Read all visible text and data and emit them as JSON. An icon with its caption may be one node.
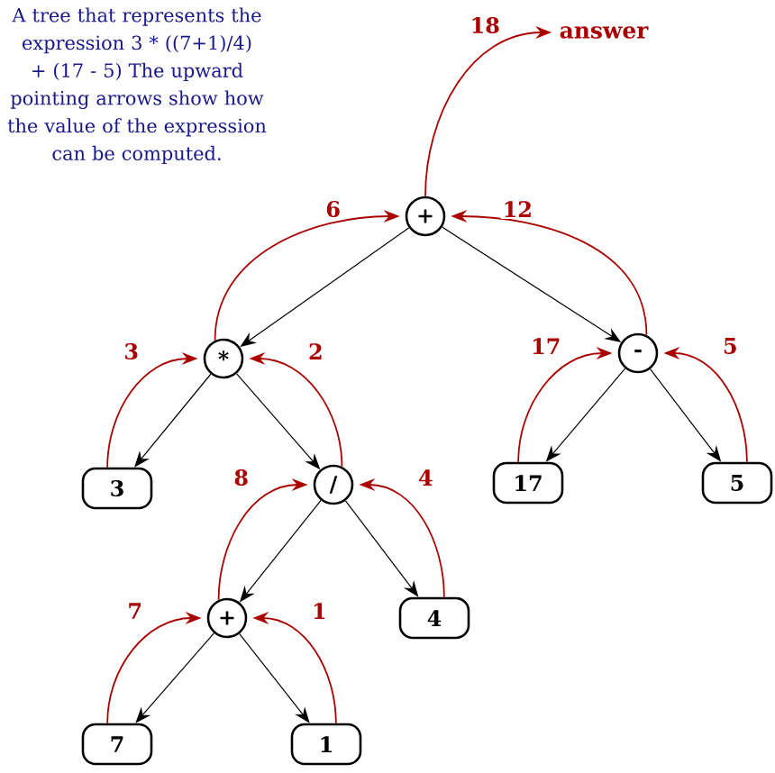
{
  "diagram": {
    "caption": "A tree that represents the expression 3 * ((7+1)/4) + (17 - 5) The upward pointing arrows show how the value of the expression can be computed.",
    "nodes": [
      {
        "text": [
          "+"
        ]
      },
      {
        "text": [
          "*"
        ]
      },
      {
        "text": [
          "-"
        ]
      },
      {
        "text": [
          "3"
        ]
      },
      {
        "text": [
          "/"
        ]
      },
      {
        "text": [
          "17"
        ]
      },
      {
        "text": [
          "5"
        ]
      },
      {
        "text": [
          "+"
        ]
      },
      {
        "text": [
          "4"
        ]
      },
      {
        "text": [
          "7"
        ]
      },
      {
        "text": [
          "1"
        ]
      },
      {
        "text": [
          "answer"
        ]
      }
    ],
    "edges": [
      {
        "from": 0,
        "to": 1,
        "arrow": "to",
        "color": "#000000"
      },
      {
        "from": 0,
        "to": 2,
        "arrow": "to",
        "color": "#000000"
      },
      {
        "from": 1,
        "to": 3,
        "arrow": "to",
        "color": "#000000"
      },
      {
        "from": 1,
        "to": 4,
        "arrow": "to",
        "color": "#000000"
      },
      {
        "from": 2,
        "to": 5,
        "arrow": "to",
        "color": "#000000"
      },
      {
        "from": 2,
        "to": 6,
        "arrow": "to",
        "color": "#000000"
      },
      {
        "from": 4,
        "to": 7,
        "arrow": "to",
        "color": "#000000"
      },
      {
        "from": 4,
        "to": 8,
        "arrow": "to",
        "color": "#000000"
      },
      {
        "from": 7,
        "to": 9,
        "arrow": "to",
        "color": "#000000"
      },
      {
        "from": 7,
        "to": 10,
        "arrow": "to",
        "color": "#000000"
      },
      {
        "from": 0,
        "to": 11,
        "arrow": "to",
        "label": "18",
        "color": "#aa0000"
      },
      {
        "from": 1,
        "to": 0,
        "arrow": "to",
        "label": "6",
        "color": "#aa0000"
      },
      {
        "from": 2,
        "to": 0,
        "arrow": "to",
        "label": "12",
        "color": "#aa0000"
      },
      {
        "from": 3,
        "to": 1,
        "arrow": "to",
        "label": "3",
        "color": "#aa0000"
      },
      {
        "from": 4,
        "to": 1,
        "arrow": "to",
        "label": "2",
        "color": "#aa0000"
      },
      {
        "from": 5,
        "to": 2,
        "arrow": "to",
        "label": "17",
        "color": "#aa0000"
      },
      {
        "from": 6,
        "to": 2,
        "arrow": "to",
        "label": "5",
        "color": "#aa0000"
      },
      {
        "from": 7,
        "to": 4,
        "arrow": "to",
        "label": "8",
        "color": "#aa0000"
      },
      {
        "from": 8,
        "to": 4,
        "arrow": "to",
        "label": "4",
        "color": "#aa0000"
      },
      {
        "from": 9,
        "to": 7,
        "arrow": "to",
        "label": "7",
        "color": "#aa0000"
      },
      {
        "from": 10,
        "to": 7,
        "arrow": "to",
        "label": "1",
        "color": "#aa0000"
      }
    ]
  }
}
